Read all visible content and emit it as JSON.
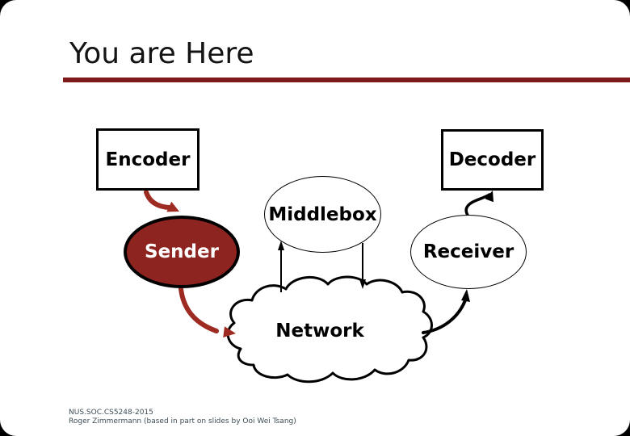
{
  "slide": {
    "title": "You are Here",
    "footer_line1": "NUS.SOC.CS5248-2015",
    "footer_line2": "Roger Zimmermann (based in part on slides by Ooi Wei Tsang)",
    "colors": {
      "title_text": "#141414",
      "title_rule_red": "#7e1a1a",
      "sender_fill": "#8e2420",
      "red_arrow": "#9e2b22",
      "black_ink": "#000000",
      "footer_text": "#3c4c55",
      "slide_background": "#ffffff",
      "page_background": "#000000"
    }
  },
  "diagram": {
    "nodes": {
      "encoder": {
        "label": "Encoder",
        "shape": "rect"
      },
      "decoder": {
        "label": "Decoder",
        "shape": "rect"
      },
      "middlebox": {
        "label": "Middlebox",
        "shape": "ellipse"
      },
      "sender": {
        "label": "Sender",
        "shape": "ellipse"
      },
      "receiver": {
        "label": "Receiver",
        "shape": "ellipse"
      },
      "network": {
        "label": "Network",
        "shape": "cloud"
      }
    },
    "edges": [
      {
        "from": "encoder",
        "to": "sender",
        "style": "thick-red-curve"
      },
      {
        "from": "sender",
        "to": "network",
        "style": "thick-red-curve"
      },
      {
        "from": "network",
        "to": "middlebox",
        "style": "thin-black-line"
      },
      {
        "from": "middlebox",
        "to": "network",
        "style": "thin-black-line"
      },
      {
        "from": "network",
        "to": "receiver",
        "style": "black-curve"
      },
      {
        "from": "receiver",
        "to": "decoder",
        "style": "black-curve"
      }
    ]
  }
}
